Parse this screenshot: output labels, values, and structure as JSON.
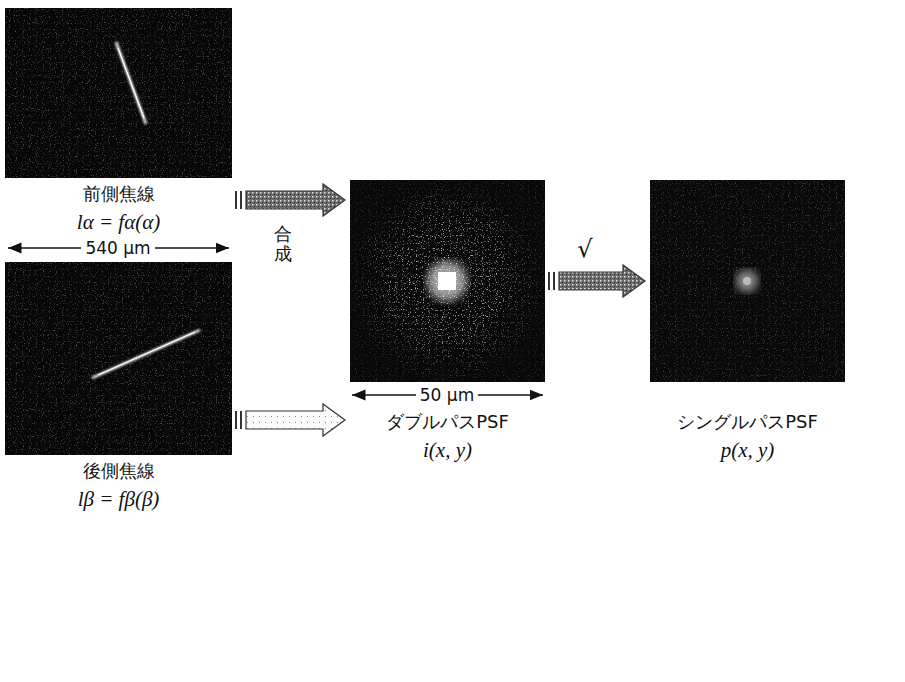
{
  "diagram": {
    "nodes": [
      {
        "text": [
          "前側焦線",
          "lα = fα(α)"
        ]
      },
      {
        "text": [
          "後側焦線",
          "lβ = fβ(β)"
        ]
      },
      {
        "text": [
          "ダブルパスPSF",
          "i(x, y)"
        ]
      },
      {
        "text": [
          "シングルパスPSF",
          "p(x, y)"
        ]
      }
    ],
    "edges": [
      {
        "from": 0,
        "to": 2,
        "arrow": "to",
        "label": "合成"
      },
      {
        "from": 1,
        "to": 2,
        "arrow": "to"
      },
      {
        "from": 2,
        "to": 3,
        "arrow": "to",
        "label": "√"
      }
    ],
    "labels": [
      "540 μm",
      "50 μm"
    ]
  }
}
